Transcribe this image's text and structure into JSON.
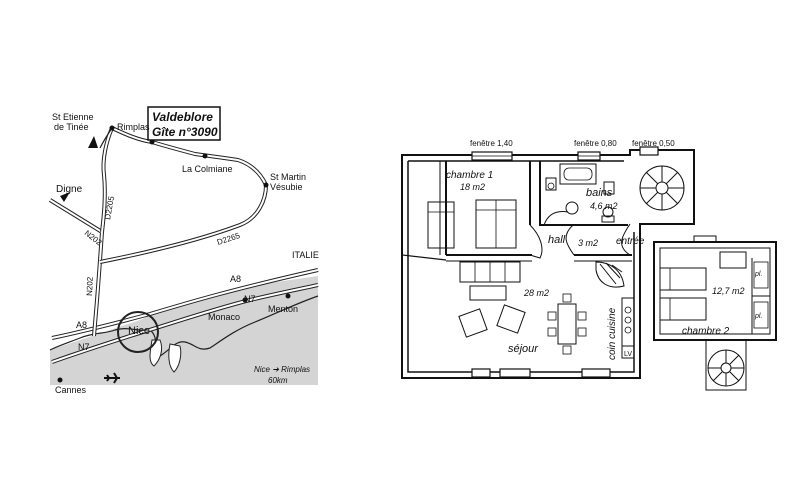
{
  "map": {
    "title_line1": "Valdeblore",
    "title_line2": "Gîte n°3090",
    "places": {
      "st_etienne_1": "St Etienne",
      "st_etienne_2": "de Tinée",
      "rimplas": "Rimplas",
      "la_colmiane": "La Colmiane",
      "st_martin_1": "St Martin",
      "st_martin_2": "Vésubie",
      "digne": "Digne",
      "italie": "ITALIE",
      "nice": "Nice",
      "monaco": "Monaco",
      "menton": "Menton",
      "cannes": "Cannes"
    },
    "roads": {
      "d2205": "D2205",
      "n202_a": "N202",
      "n202_b": "N202",
      "d2265": "D2265",
      "a8_a": "A8",
      "a8_b": "A8",
      "n7_a": "N7",
      "n7_b": "N7"
    },
    "distance_line1": "Nice ➔ Rimplas",
    "distance_line2": "60km"
  },
  "plan": {
    "windows": {
      "w1": "fenêtre 1,40",
      "w2": "fenêtre 0,80",
      "w3": "fenêtre 0,50"
    },
    "rooms": {
      "chambre1_name": "chambre 1",
      "chambre1_area": "18 m2",
      "bains_name": "bains",
      "bains_area": "4,6 m2",
      "hall_name": "hall",
      "hall_area": "3 m2",
      "entree": "entrée",
      "sejour_area": "28 m2",
      "sejour_name": "séjour",
      "coin_cuisine": "coin cuisine",
      "lv": "LV",
      "chambre2_area": "12,7 m2",
      "chambre2_name": "chambre 2",
      "pl_1": "pl.",
      "pl_2": "pl."
    }
  }
}
